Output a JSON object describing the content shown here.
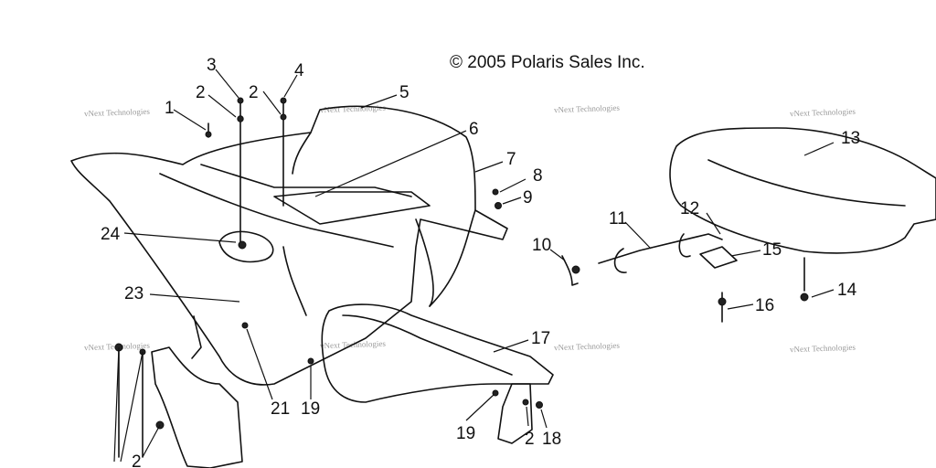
{
  "copyright": "© 2005 Polaris Sales Inc.",
  "watermark": "vNext Technologies",
  "callouts": [
    "1",
    "2",
    "3",
    "4",
    "5",
    "6",
    "7",
    "8",
    "9",
    "10",
    "11",
    "12",
    "13",
    "14",
    "15",
    "16",
    "17",
    "18",
    "19",
    "21",
    "23",
    "24"
  ]
}
